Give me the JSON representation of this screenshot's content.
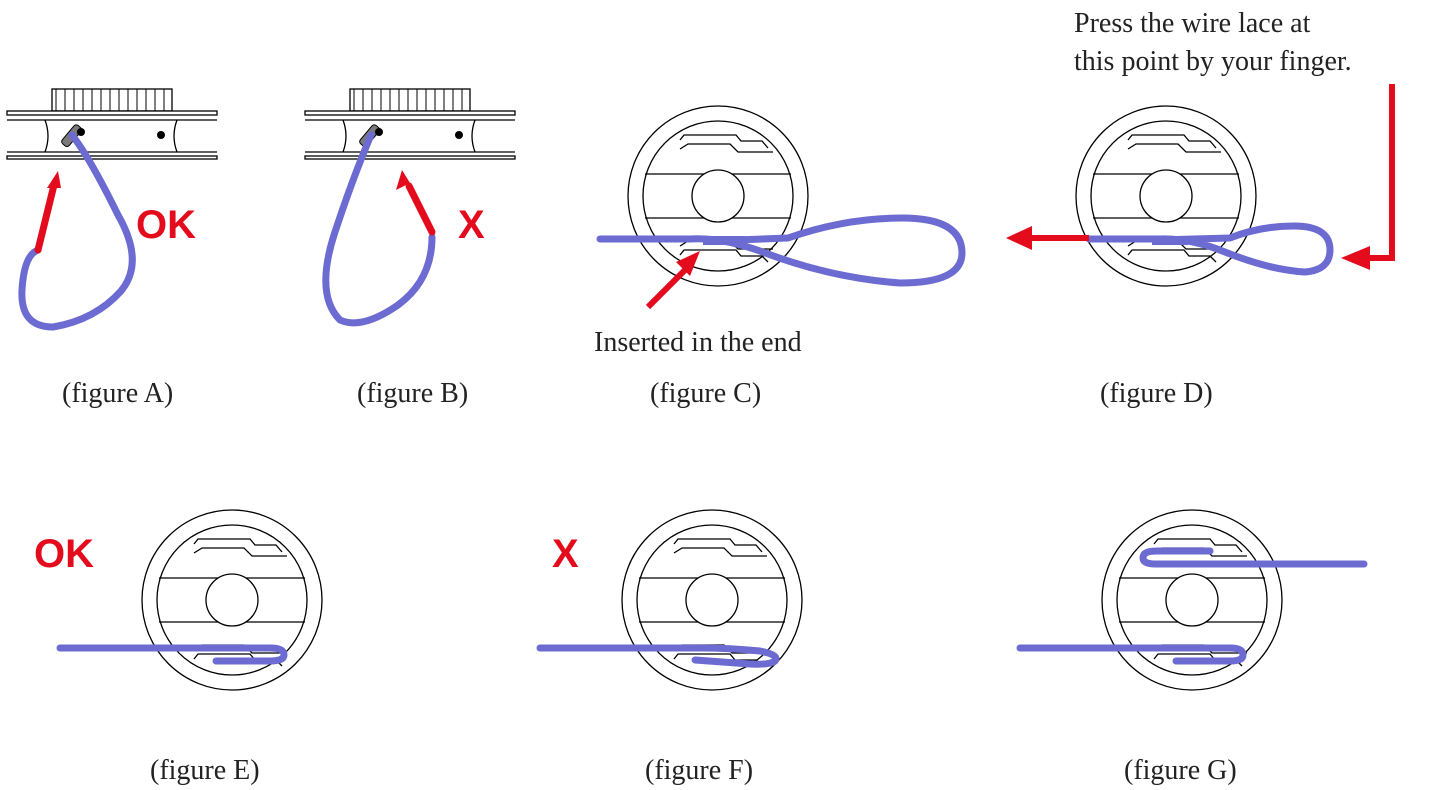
{
  "colors": {
    "wire": "#6c6bd2",
    "arrow": "#e30b1c",
    "outline": "#000000",
    "text": "#222222"
  },
  "figures": {
    "a": {
      "caption": "(figure A)",
      "mark": "OK"
    },
    "b": {
      "caption": "(figure B)",
      "mark": "X"
    },
    "c": {
      "caption": "(figure C)",
      "note": "Inserted in the end"
    },
    "d": {
      "caption": "(figure D)",
      "note_line1": "Press the wire lace at",
      "note_line2": "this point by your finger."
    },
    "e": {
      "caption": "(figure E)",
      "mark": "OK"
    },
    "f": {
      "caption": "(figure F)",
      "mark": "X"
    },
    "g": {
      "caption": "(figure G)"
    }
  }
}
